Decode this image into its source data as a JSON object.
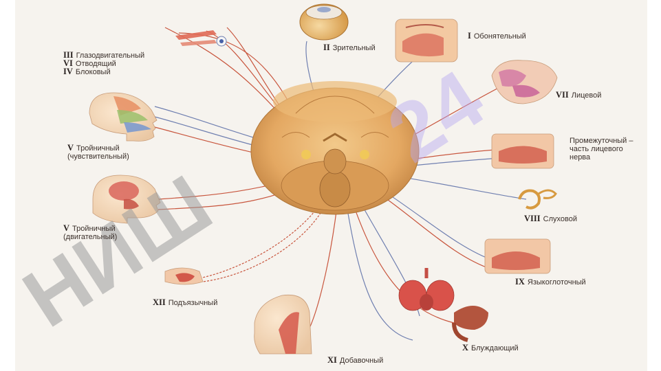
{
  "nerves": {
    "oculo": {
      "num": "III",
      "name": "Глазодвигательный"
    },
    "abduc": {
      "num": "VI",
      "name": "Отводящий"
    },
    "troch": {
      "num": "IV",
      "name": "Блоковый"
    },
    "trig_s": {
      "num": "V",
      "name": "Тройничный",
      "sub": "(чувствительный)"
    },
    "trig_m": {
      "num": "V",
      "name": "Тройничный",
      "sub": "(двигательный)"
    },
    "hypo": {
      "num": "XII",
      "name": "Подъязычный"
    },
    "access": {
      "num": "XI",
      "name": "Добавочный"
    },
    "optic": {
      "num": "II",
      "name": "Зрительный"
    },
    "olfac": {
      "num": "I",
      "name": "Обонятельный"
    },
    "facial": {
      "num": "VII",
      "name": "Лицевой"
    },
    "interm": {
      "line1": "Промежуточный –",
      "line2": "часть лицевого",
      "line3": "нерва"
    },
    "vestib": {
      "num": "VIII",
      "name": "Слуховой"
    },
    "glosso": {
      "num": "IX",
      "name": "Языкоглоточный"
    },
    "vagus": {
      "num": "X",
      "name": "Блуждающий"
    }
  },
  "watermarks": {
    "left": "НИШ",
    "right": "24"
  },
  "colors": {
    "nerve_red": "#c8553d",
    "nerve_blue": "#6f7fb0",
    "brain": "#e8b06a",
    "watermark_grey": "#9d9d9d",
    "watermark_violet": "#b8a8f2"
  }
}
